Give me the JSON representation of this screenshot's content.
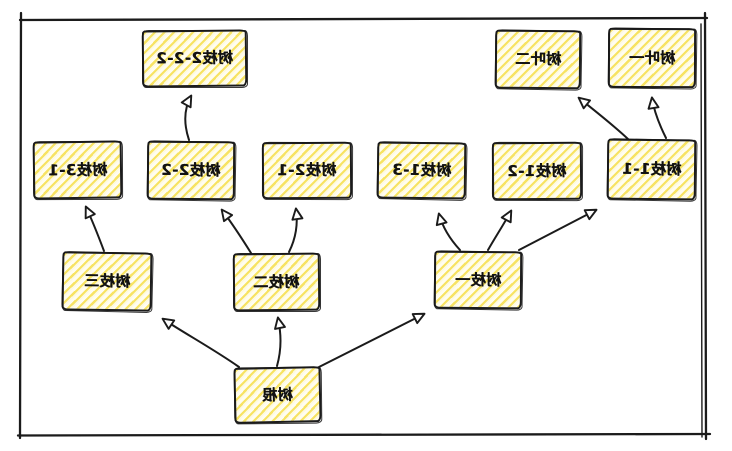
{
  "canvas": {
    "background": "#ffffff",
    "frame_stroke": "#1b1b1b",
    "style": "hand-drawn sketch (excalidraw-like)",
    "text_mirrored": true
  },
  "colors": {
    "node_fill": "#fffdf0",
    "node_hatch": "#f6e054",
    "node_stroke": "#1c1c1c",
    "edge_stroke": "#1b1b1b",
    "arrowhead_fill": "#ffffff"
  },
  "nodes": {
    "root": {
      "label": "树根"
    },
    "branch1": {
      "label": "树枝一"
    },
    "branch2": {
      "label": "树枝二"
    },
    "branch3": {
      "label": "树枝三"
    },
    "branch1_1": {
      "label": "树枝1-1"
    },
    "branch1_2": {
      "label": "树枝1-2"
    },
    "branch1_3": {
      "label": "树枝1-3"
    },
    "branch2_1": {
      "label": "树枝2-1"
    },
    "branch2_2": {
      "label": "树枝2-2"
    },
    "branch3_1": {
      "label": "树枝3-1"
    },
    "branch2_2_2": {
      "label": "树枝2-2-2"
    },
    "leaf1": {
      "label": "树叶一"
    },
    "leaf2": {
      "label": "树叶二"
    }
  },
  "edges": [
    {
      "from": "树根",
      "to": "树枝三"
    },
    {
      "from": "树根",
      "to": "树枝二"
    },
    {
      "from": "树根",
      "to": "树枝一"
    },
    {
      "from": "树枝三",
      "to": "树枝3-1"
    },
    {
      "from": "树枝二",
      "to": "树枝2-2"
    },
    {
      "from": "树枝二",
      "to": "树枝2-1"
    },
    {
      "from": "树枝2-2",
      "to": "树枝2-2-2"
    },
    {
      "from": "树枝一",
      "to": "树枝1-3"
    },
    {
      "from": "树枝一",
      "to": "树枝1-2"
    },
    {
      "from": "树枝一",
      "to": "树枝1-1"
    },
    {
      "from": "树枝1-1",
      "to": "树叶二"
    },
    {
      "from": "树枝1-1",
      "to": "树叶一"
    }
  ]
}
